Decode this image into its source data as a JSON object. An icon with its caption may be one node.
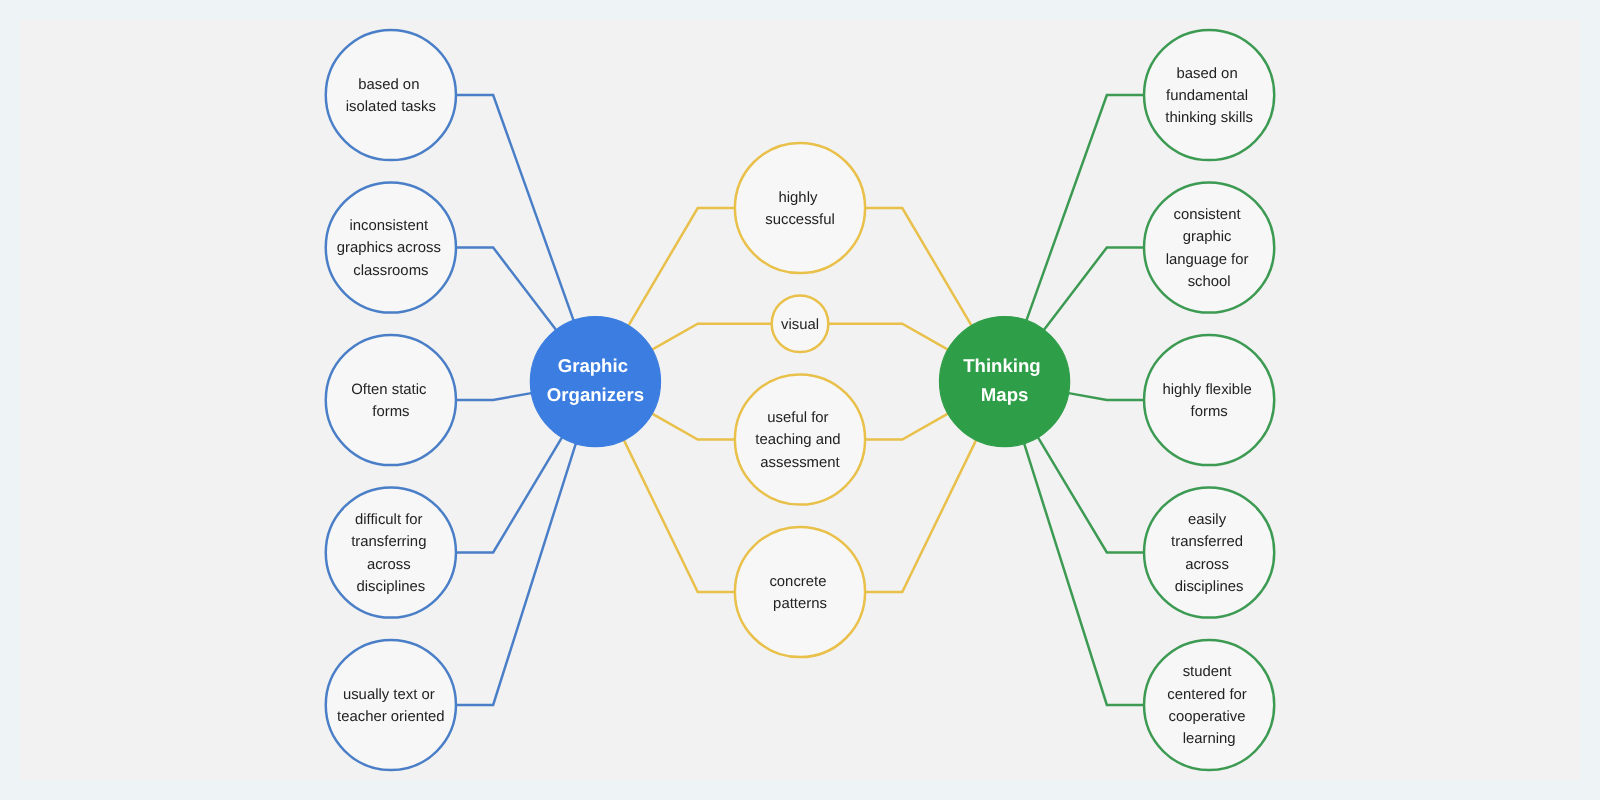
{
  "diagram": {
    "nodes": [
      {
        "text": [
          "Graphic Organizers"
        ]
      },
      {
        "text": [
          "based on isolated tasks"
        ]
      },
      {
        "text": [
          "inconsistent graphics across classrooms"
        ]
      },
      {
        "text": [
          "Often static forms"
        ]
      },
      {
        "text": [
          "difficult for transferring across disciplines"
        ]
      },
      {
        "text": [
          "usually text or teacher oriented"
        ]
      },
      {
        "text": [
          "highly successful"
        ]
      },
      {
        "text": [
          "visual"
        ]
      },
      {
        "text": [
          "useful for teaching and assessment"
        ]
      },
      {
        "text": [
          "concrete patterns"
        ]
      },
      {
        "text": [
          "Thinking Maps"
        ]
      },
      {
        "text": [
          "based on fundamental thinking skills"
        ]
      },
      {
        "text": [
          "consistent graphic language for school"
        ]
      },
      {
        "text": [
          "highly flexible forms"
        ]
      },
      {
        "text": [
          "easily transferred across disciplines"
        ]
      },
      {
        "text": [
          "student centered for cooperative learning"
        ]
      }
    ],
    "edges": [
      {
        "from": 1,
        "to": 0,
        "arrow": "none",
        "color": "#4a7fc8"
      },
      {
        "from": 2,
        "to": 0,
        "arrow": "none",
        "color": "#4a7fc8"
      },
      {
        "from": 3,
        "to": 0,
        "arrow": "none",
        "color": "#4a7fc8"
      },
      {
        "from": 4,
        "to": 0,
        "arrow": "none",
        "color": "#4a7fc8"
      },
      {
        "from": 5,
        "to": 0,
        "arrow": "none",
        "color": "#4a7fc8"
      },
      {
        "from": 0,
        "to": 6,
        "arrow": "none"
      },
      {
        "from": 0,
        "to": 7,
        "arrow": "none"
      },
      {
        "from": 0,
        "to": 8,
        "arrow": "none"
      },
      {
        "from": 0,
        "to": 9,
        "arrow": "none"
      },
      {
        "from": 6,
        "to": 10,
        "arrow": "none"
      },
      {
        "from": 7,
        "to": 10,
        "arrow": "none"
      },
      {
        "from": 8,
        "to": 10,
        "arrow": "none"
      },
      {
        "from": 9,
        "to": 10,
        "arrow": "none"
      },
      {
        "from": 10,
        "to": 11,
        "arrow": "none",
        "color": "#3c9a52"
      },
      {
        "from": 10,
        "to": 12,
        "arrow": "none",
        "color": "#3c9a52"
      },
      {
        "from": 10,
        "to": 13,
        "arrow": "none",
        "color": "#3c9a52"
      },
      {
        "from": 10,
        "to": 14,
        "arrow": "none",
        "color": "#3c9a52"
      },
      {
        "from": 10,
        "to": 15,
        "arrow": "none",
        "color": "#3c9a52"
      }
    ]
  }
}
